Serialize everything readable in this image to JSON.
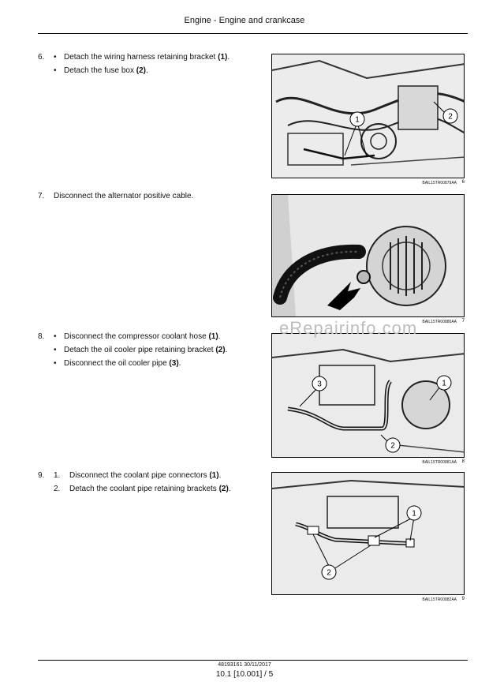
{
  "header": {
    "title": "Engine - Engine and crankcase"
  },
  "steps": [
    {
      "number": "6.",
      "lines": [
        {
          "marker": "•",
          "text": "Detach the wiring harness retaining bracket ",
          "ref": "(1)",
          "end": "."
        },
        {
          "marker": "•",
          "text": "Detach the fuse box ",
          "ref": "(2)",
          "end": "."
        }
      ]
    },
    {
      "number": "7.",
      "lines": [
        {
          "marker": "",
          "text": "Disconnect the alternator positive cable.",
          "ref": "",
          "end": ""
        }
      ]
    },
    {
      "number": "8.",
      "lines": [
        {
          "marker": "•",
          "text": "Disconnect the compressor coolant hose ",
          "ref": "(1)",
          "end": "."
        },
        {
          "marker": "•",
          "text": "Detach the oil cooler pipe retaining bracket ",
          "ref": "(2)",
          "end": "."
        },
        {
          "marker": "•",
          "text": "Disconnect the oil cooler pipe ",
          "ref": "(3)",
          "end": "."
        }
      ]
    },
    {
      "number": "9.",
      "lines": [
        {
          "marker": "1.",
          "text": "Disconnect the coolant pipe connectors ",
          "ref": "(1)",
          "end": "."
        },
        {
          "marker": "2.",
          "text": "Detach the coolant pipe retaining brackets ",
          "ref": "(2)",
          "end": "."
        }
      ]
    }
  ],
  "figures": [
    {
      "code": "BAIL15TR00879AA",
      "fig": "6",
      "callouts": [
        "1",
        "2"
      ]
    },
    {
      "code": "BAIL15TR00880AA",
      "fig": "7",
      "callouts": []
    },
    {
      "code": "BAIL15TR00881AA",
      "fig": "8",
      "callouts": [
        "3",
        "1",
        "2"
      ]
    },
    {
      "code": "BAIL15TR00882AA",
      "fig": "9",
      "callouts": [
        "1",
        "2"
      ]
    }
  ],
  "watermark": "eRepairinfo.com",
  "footer": {
    "doc": "48193161 30/11/2017",
    "page": "10.1 [10.001] / 5"
  }
}
